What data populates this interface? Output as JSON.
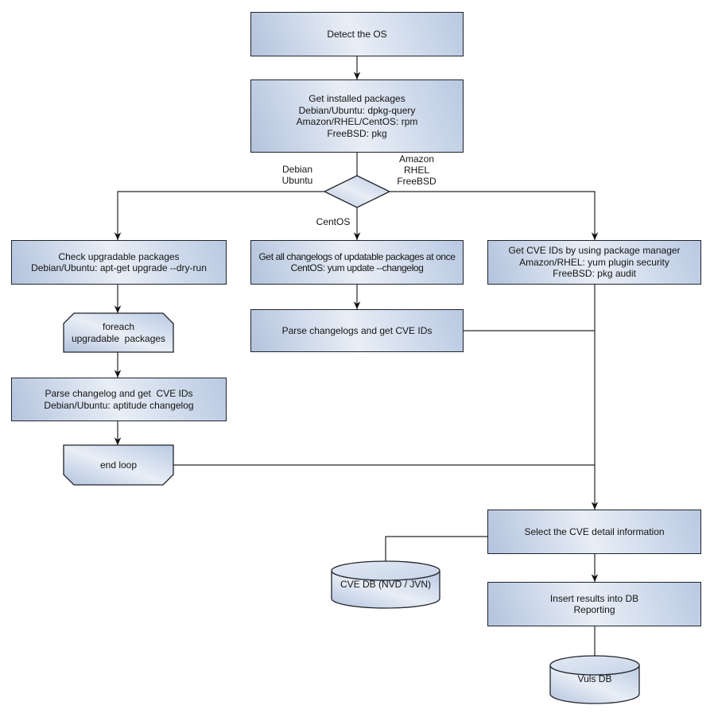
{
  "colors": {
    "node_fill_dark": "#b3c3dd",
    "node_fill_light": "#e8eef6",
    "node_fill_dark2": "#b9c9e2",
    "border": "#20242b",
    "text": "#141414",
    "background": "#ffffff"
  },
  "nodes": {
    "detect_os": {
      "label": "Detect the OS"
    },
    "get_installed_packages": {
      "label": "Get installed packages\nDebian/Ubuntu: dpkg-query\nAmazon/RHEL/CentOS: rpm\nFreeBSD: pkg"
    },
    "check_upgradable_packages": {
      "label": "Check upgradable packages\nDebian/Ubuntu: apt-get upgrade --dry-run"
    },
    "foreach_loop_start": {
      "label": "foreach\nupgradable  packages"
    },
    "parse_changelog_debian": {
      "label": "Parse changelog and get  CVE IDs\nDebian/Ubuntu: aptitude changelog"
    },
    "end_loop": {
      "label": "end loop"
    },
    "get_all_changelogs": {
      "label": "Get all changelogs of updatable packages at once\nCentOS: yum update --changelog"
    },
    "parse_changelogs": {
      "label": "Parse changelogs and get CVE IDs"
    },
    "get_cve_ids_pkg_manager": {
      "label": "Get CVE IDs by using package manager\nAmazon/RHEL: yum plugin security\nFreeBSD: pkg audit"
    },
    "select_cve_detail": {
      "label": "Select the CVE detail information"
    },
    "cve_db": {
      "label": "CVE DB (NVD / JVN)"
    },
    "insert_results": {
      "label": "Insert results into DB\nReporting"
    },
    "vuls_db": {
      "label": "Vuls DB"
    }
  },
  "branch_labels": {
    "debian_ubuntu": "Debian\nUbuntu",
    "amazon_rhel_freebsd": "Amazon\nRHEL\nFreeBSD",
    "centos": "CentOS"
  }
}
